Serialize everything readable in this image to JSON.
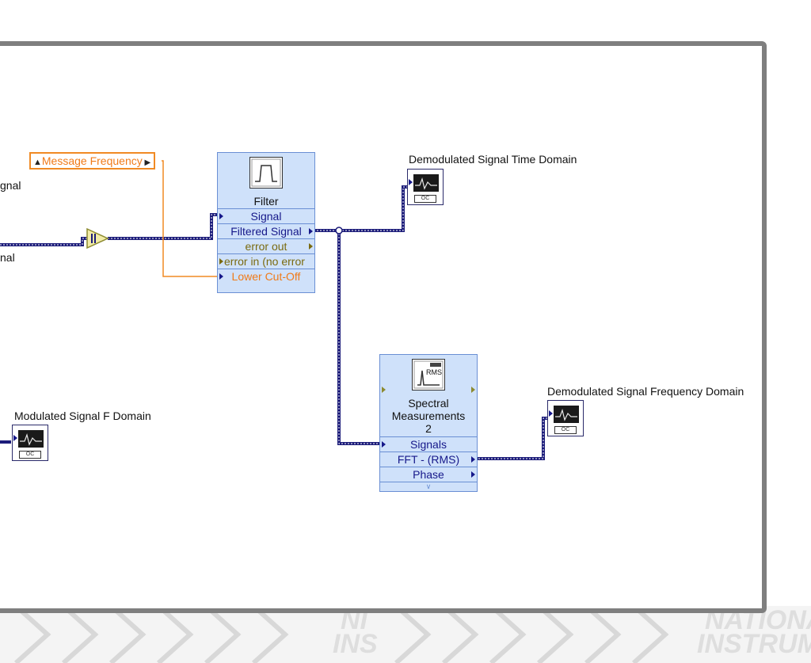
{
  "constant": {
    "label": "Message Frequency"
  },
  "labels": {
    "signal_top": "gnal",
    "signal_bottom": "nal",
    "time_domain": "Demodulated Signal Time Domain",
    "freq_domain": "Demodulated Signal Frequency Domain",
    "modulated_f": "Modulated Signal F Domain"
  },
  "filter": {
    "title": "Filter",
    "rows": [
      "Signal",
      "Filtered Signal",
      "error out",
      "error in (no error",
      "Lower Cut-Off"
    ]
  },
  "spectral": {
    "title_lines": [
      "Spectral",
      "Measurements",
      "2"
    ],
    "rows": [
      "Signals",
      "FFT - (RMS)",
      "Phase"
    ],
    "icon_text": "RMS"
  },
  "graph_icon": {
    "text": "OC"
  },
  "watermark": {
    "line1": "NATIONA",
    "line2": "INSTRUM",
    "mid1": "NI",
    "mid2": "INS"
  },
  "colors": {
    "wire": "#1c1c7a",
    "orange_wire": "#f08a24",
    "frame": "#7f7f7f",
    "node_bg": "#cfe1fa"
  }
}
